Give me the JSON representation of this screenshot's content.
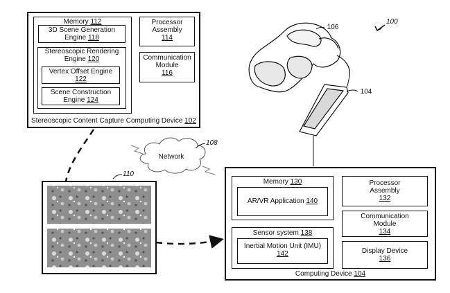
{
  "figure_ref": "100",
  "capture_device": {
    "label": "Stereoscopic Content Capture Computing Device",
    "ref": "102",
    "memory": {
      "label": "Memory",
      "ref": "112"
    },
    "scene_gen": {
      "line1": "3D Scene Generation",
      "line2": "Engine",
      "ref": "118"
    },
    "stereo_render": {
      "line1": "Stereoscopic Rendering",
      "line2": "Engine",
      "ref": "120"
    },
    "vertex_offset": {
      "label": "Vertex Offset Engine",
      "ref": "122"
    },
    "scene_construct": {
      "line1": "Scene Construction",
      "line2": "Engine",
      "ref": "124"
    },
    "processor": {
      "line1": "Processor",
      "line2": "Assembly",
      "ref": "114"
    },
    "comm": {
      "line1": "Communication",
      "line2": "Module",
      "ref": "116"
    }
  },
  "network": {
    "label": "Network",
    "ref": "108"
  },
  "image_ref": "110",
  "headset_ref": "106",
  "phone_ref": "104",
  "computing_device": {
    "label": "Computing Device",
    "ref": "104",
    "memory": {
      "label": "Memory",
      "ref": "130"
    },
    "arvr_app": {
      "label": "AR/VR Application",
      "ref": "140"
    },
    "sensor": {
      "label": "Sensor system",
      "ref": "138"
    },
    "imu": {
      "label": "Inertial Motion Unit (IMU)",
      "ref": "142"
    },
    "processor": {
      "line1": "Processor",
      "line2": "Assembly",
      "ref": "132"
    },
    "comm": {
      "line1": "Communication",
      "line2": "Module",
      "ref": "134"
    },
    "display": {
      "label": "Display Device",
      "ref": "136"
    }
  }
}
